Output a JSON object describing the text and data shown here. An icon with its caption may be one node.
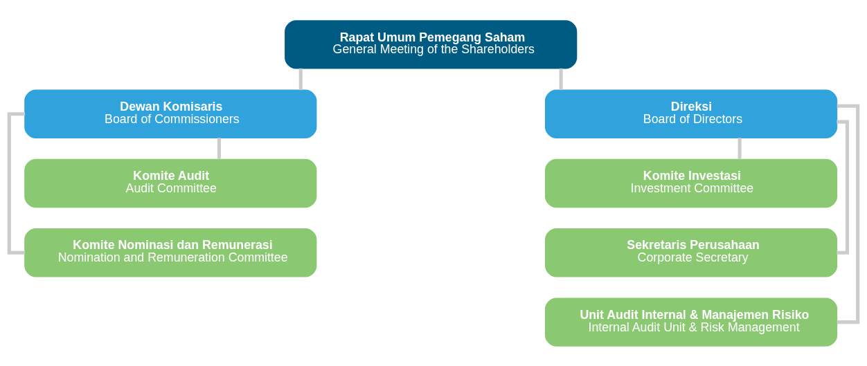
{
  "diagram": {
    "nodes": [
      {
        "text": [
          "Rapat Umum Pemegang Saham",
          "General Meeting of the Shareholders"
        ]
      },
      {
        "text": [
          "Dewan Komisaris",
          "Board of Commissioners"
        ]
      },
      {
        "text": [
          "Komite Audit",
          "Audit Committee"
        ]
      },
      {
        "text": [
          "Komite Nominasi dan Remunerasi",
          "Nomination and Remuneration Committee"
        ]
      },
      {
        "text": [
          "Direksi",
          "Board of Directors"
        ]
      },
      {
        "text": [
          "Komite Investasi",
          "Investment Committee"
        ]
      },
      {
        "text": [
          "Sekretaris Perusahaan",
          "Corporate Secretary"
        ]
      },
      {
        "text": [
          "Unit Audit Internal & Manajemen Risiko",
          "Internal Audit Unit & Risk Management"
        ]
      }
    ],
    "edges": [
      {
        "from": 0,
        "to": 1,
        "arrow": "none"
      },
      {
        "from": 0,
        "to": 4,
        "arrow": "none"
      },
      {
        "from": 1,
        "to": 2,
        "arrow": "none"
      },
      {
        "from": 1,
        "to": 3,
        "arrow": "none"
      },
      {
        "from": 4,
        "to": 5,
        "arrow": "none"
      },
      {
        "from": 4,
        "to": 6,
        "arrow": "none"
      },
      {
        "from": 4,
        "to": 7,
        "arrow": "none"
      }
    ]
  }
}
